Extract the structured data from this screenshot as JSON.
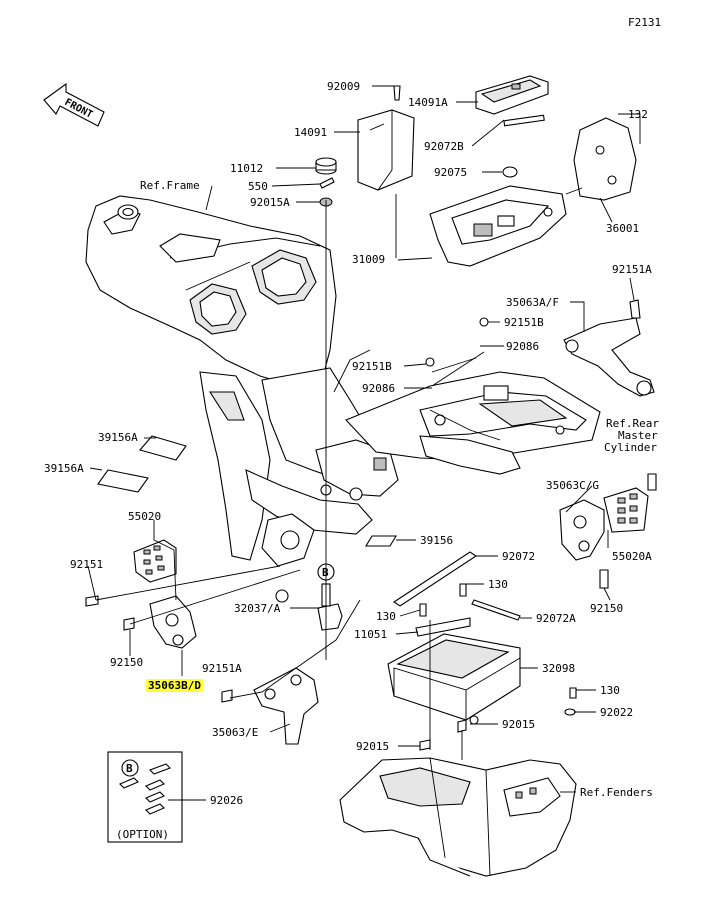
{
  "diagram_code": "F2131",
  "front_arrow": {
    "text": "FRONT",
    "icon": "front-arrow-icon"
  },
  "refs": {
    "frame": "Ref.Frame",
    "rear_master_1": "Ref.Rear",
    "rear_master_2": "Master",
    "rear_master_3": "Cylinder",
    "fenders": "Ref.Fenders"
  },
  "callouts": {
    "p92009": "92009",
    "p14091A": "14091A",
    "p14091": "14091",
    "p132": "132",
    "p92072B": "92072B",
    "p11012": "11012",
    "p92075": "92075",
    "p550": "550",
    "p92015A": "92015A",
    "p36001": "36001",
    "p31009": "31009",
    "p92151A_top": "92151A",
    "p35063AF": "35063A/F",
    "p92151B_1": "92151B",
    "p92086_1": "92086",
    "p92151B_2": "92151B",
    "p92086_2": "92086",
    "p39156A_1": "39156A",
    "p39156A_2": "39156A",
    "p35063CG": "35063C/G",
    "p55020": "55020",
    "p39156": "39156",
    "p92072": "92072",
    "p55020A": "55020A",
    "p92151": "92151",
    "p130_a": "130",
    "p32037A": "32037/A",
    "p130_b": "130",
    "p92072A": "92072A",
    "p92150_r": "92150",
    "p92150_l": "92150",
    "p11051": "11051",
    "p32098": "32098",
    "p92151A_mid": "92151A",
    "p35063BD": "35063B/D",
    "p130_c": "130",
    "p92015": "92015",
    "p92022": "92022",
    "p35063E": "35063/E",
    "p92015b": "92015",
    "p92026": "92026"
  },
  "markers": {
    "b_top": "B",
    "b_option": "B"
  },
  "option_box": {
    "label": "(OPTION)"
  },
  "highlight_color": "#ffff33"
}
